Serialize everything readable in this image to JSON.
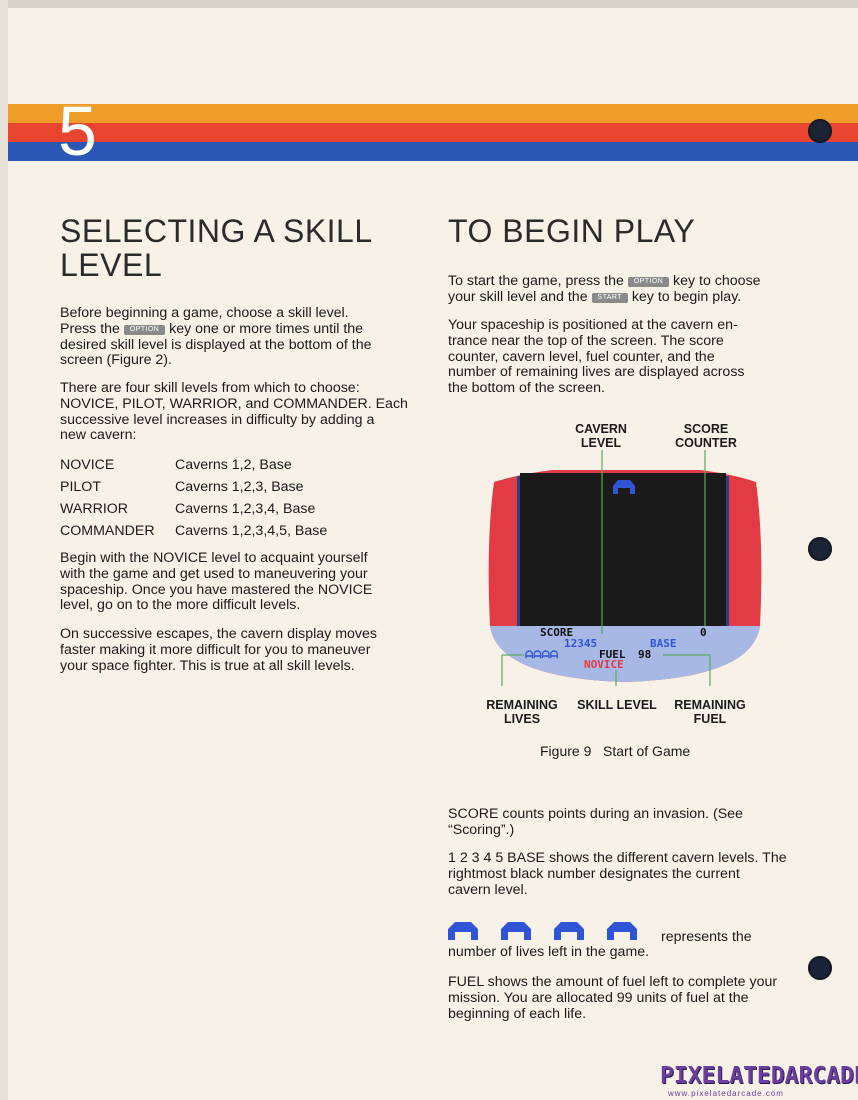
{
  "page_number": "5",
  "left": {
    "heading_line1": "SELECTING A SKILL",
    "heading_line2": "LEVEL",
    "p1_a": "Before beginning a game, choose a skill level.",
    "p1_b_pre": "Press the",
    "p1_b_post": "key one or more times until the",
    "p1_c": "desired skill level is displayed at the bottom of the",
    "p1_d": "screen (Figure 2).",
    "p2": [
      "There are four skill levels from which to choose:",
      "NOVICE, PILOT, WARRIOR, and COMMANDER. Each",
      "successive level increases in difficulty by adding a",
      "new cavern:"
    ],
    "levels": [
      {
        "name": "NOVICE",
        "caverns": "Caverns 1,2, Base"
      },
      {
        "name": "PILOT",
        "caverns": "Caverns 1,2,3, Base"
      },
      {
        "name": "WARRIOR",
        "caverns": "Caverns 1,2,3,4, Base"
      },
      {
        "name": "COMMANDER",
        "caverns": "Caverns 1,2,3,4,5, Base"
      }
    ],
    "p3": [
      "Begin with the NOVICE level to acquaint yourself",
      "with the game and get used to maneuvering your",
      "spaceship. Once you have mastered the NOVICE",
      "level, go on to the more difficult levels."
    ],
    "p4": [
      "On successive escapes, the cavern display moves",
      "faster making it more difficult for you to maneuver",
      "your space fighter. This is true at all skill levels."
    ]
  },
  "keys": {
    "option": "OPTION",
    "start": "START"
  },
  "right": {
    "heading": "TO BEGIN PLAY",
    "p1_a_pre": "To start the game, press the",
    "p1_a_post": "key to choose",
    "p1_b_pre": "your skill level and the",
    "p1_b_post": "key to begin play.",
    "p2": [
      "Your spaceship is positioned at the cavern en-",
      "trance near the top of the screen. The score",
      "counter, cavern level, fuel counter, and the",
      "number of remaining lives are displayed across",
      "the bottom of the screen."
    ],
    "p3": [
      "SCORE counts points during an invasion. (See",
      "“Scoring”.)"
    ],
    "p4": [
      "1 2 3 4 5 BASE shows the different cavern levels. The",
      "rightmost black number designates the current",
      "cavern level."
    ],
    "lives_text": "represents the",
    "lives_text2": "number of lives left in the game.",
    "p5": [
      "FUEL shows the amount of fuel left to complete your",
      "mission. You are allocated 99 units of fuel at the",
      "beginning of each life."
    ]
  },
  "figure": {
    "label_cavern_1": "CAVERN",
    "label_cavern_2": "LEVEL",
    "label_score_1": "SCORE",
    "label_score_2": "COUNTER",
    "label_lives_1": "REMAINING",
    "label_lives_2": "LIVES",
    "label_skill": "SKILL LEVEL",
    "label_fuel_1": "REMAINING",
    "label_fuel_2": "FUEL",
    "screen_score_label": "SCORE",
    "screen_score_value": "0",
    "screen_cavern_digits": "12345",
    "screen_base": "BASE",
    "screen_fuel": "FUEL",
    "screen_fuel_value": "98",
    "screen_level": "NOVICE",
    "caption_num": "Figure 9",
    "caption_text": "Start of Game"
  },
  "watermark": {
    "main": "PIXELATEDARCADE",
    "url": "www.pixelatedarcade.com"
  },
  "colors": {
    "orange": "#ef9d29",
    "red": "#e8442f",
    "blue": "#2a56b5",
    "screen_red": "#e23b44",
    "hud": "#a8b8e4"
  }
}
